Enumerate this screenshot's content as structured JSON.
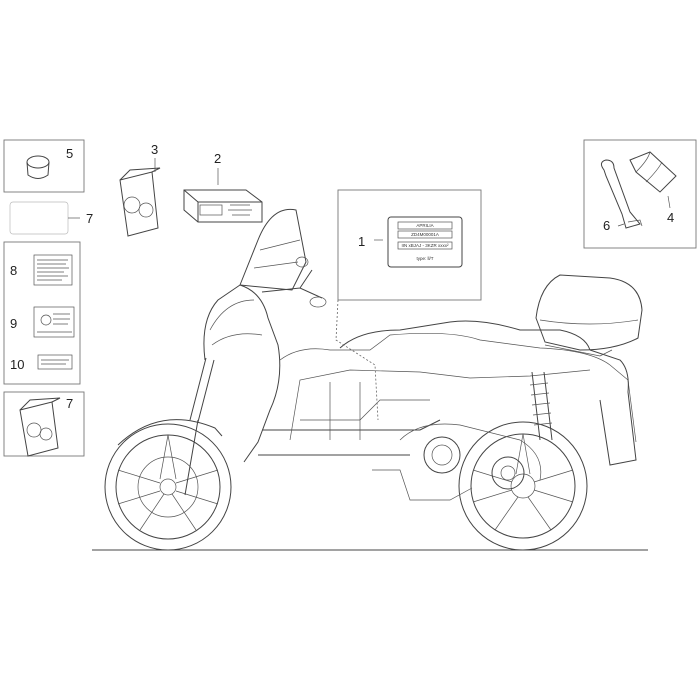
{
  "callouts": {
    "c1": "1",
    "c2": "2",
    "c3": "3",
    "c4": "4",
    "c5": "5",
    "c6": "6",
    "c7a": "7",
    "c7b": "7",
    "c8": "8",
    "c9": "9",
    "c10": "10"
  },
  "plate": {
    "brand": "APRILIA",
    "code": "ZD4M00001A",
    "spec": "IIN xBJAJ - 3KZR xxxx²",
    "type": "type: ll/T"
  }
}
